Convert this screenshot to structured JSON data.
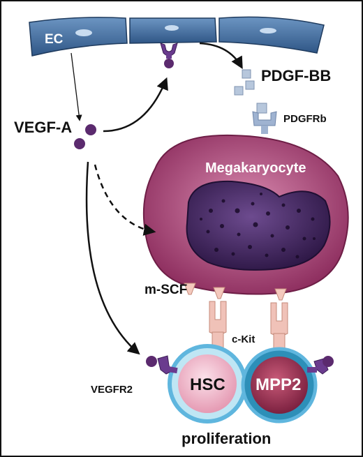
{
  "labels": {
    "ec": "EC",
    "pdgf_bb": "PDGF-BB",
    "pdgfrb": "PDGFRb",
    "vegf_a": "VEGF-A",
    "megakaryocyte": "Megakaryocyte",
    "m_scf": "m-SCF",
    "c_kit": "c-Kit",
    "vegfr2": "VEGFR2",
    "hsc": "HSC",
    "mpp2": "MPP2",
    "proliferation": "proliferation"
  },
  "colors": {
    "endothelial": "#3f6b9a",
    "receptor": "#6a3b8e",
    "vegf_particle": "#5b2a6e",
    "pdgf_cube": "#b7c7dc",
    "megakaryocyte_outer": "#b8557e",
    "megakaryocyte_nucleus": "#4a2a66",
    "hsc_fill": "#f5c6d6",
    "mpp2_fill": "#a83a5a",
    "cell_ring": "#5fb6de",
    "ckit": "#f0c2b8"
  }
}
